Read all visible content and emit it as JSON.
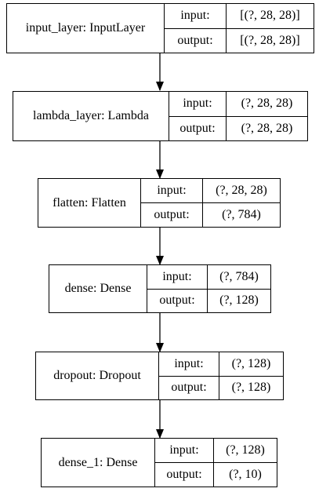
{
  "layers": [
    {
      "name": "input_layer: InputLayer",
      "input_label": "input:",
      "output_label": "output:",
      "input_shape": "[(?, 28, 28)]",
      "output_shape": "[(?, 28, 28)]"
    },
    {
      "name": "lambda_layer: Lambda",
      "input_label": "input:",
      "output_label": "output:",
      "input_shape": "(?, 28, 28)",
      "output_shape": "(?, 28, 28)"
    },
    {
      "name": "flatten: Flatten",
      "input_label": "input:",
      "output_label": "output:",
      "input_shape": "(?, 28, 28)",
      "output_shape": "(?, 784)"
    },
    {
      "name": "dense: Dense",
      "input_label": "input:",
      "output_label": "output:",
      "input_shape": "(?, 784)",
      "output_shape": "(?, 128)"
    },
    {
      "name": "dropout: Dropout",
      "input_label": "input:",
      "output_label": "output:",
      "input_shape": "(?, 128)",
      "output_shape": "(?, 128)"
    },
    {
      "name": "dense_1: Dense",
      "input_label": "input:",
      "output_label": "output:",
      "input_shape": "(?, 128)",
      "output_shape": "(?, 10)"
    }
  ]
}
